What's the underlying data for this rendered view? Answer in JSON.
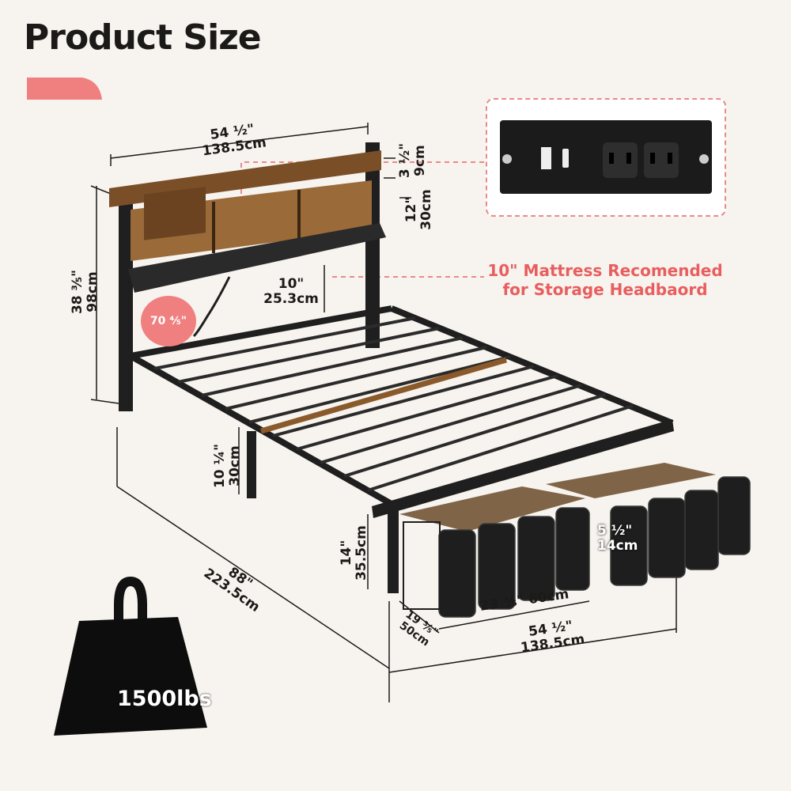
{
  "header": {
    "title": "Product Size"
  },
  "note": {
    "line1": "10\" Mattress Recomended",
    "line2": "for Storage Headbaord"
  },
  "dimensions": {
    "headboard_width_in": "54 ½\"",
    "headboard_width_cm": "138.5cm",
    "shelf_height_in": "3 ½\"",
    "shelf_height_cm": "9cm",
    "shelf_depth_in": "12\"",
    "shelf_depth_cm": "30cm",
    "total_height_in": "38 ⅗\"",
    "total_height_cm": "98cm",
    "headboard_gap_in": "10\"",
    "headboard_gap_cm": "25.3cm",
    "incline": "70 ⅘\"",
    "clearance_in": "10 ¼\"",
    "clearance_cm": "30cm",
    "length_in": "88\"",
    "length_cm": "223.5cm",
    "drawer_height_in": "14\"",
    "drawer_height_cm": "35.5cm",
    "drawer_inner_in": "5 ½\"",
    "drawer_inner_cm": "14cm",
    "drawer_width_in": "23 ⅗\"",
    "drawer_width_cm": "60cm",
    "drawer_depth_in": "19 ⅗\"",
    "drawer_depth_cm": "50cm",
    "foot_width_in": "54 ½\"",
    "foot_width_cm": "138.5cm"
  },
  "weight": {
    "label": "1500lbs"
  },
  "colors": {
    "accent": "#f08080",
    "note": "#e85e5e",
    "frame": "#1f1f1f",
    "wood": "#8a5a2b"
  },
  "icons": {
    "weight": "kettlebell-icon",
    "outlet": "power-outlet-icon"
  }
}
